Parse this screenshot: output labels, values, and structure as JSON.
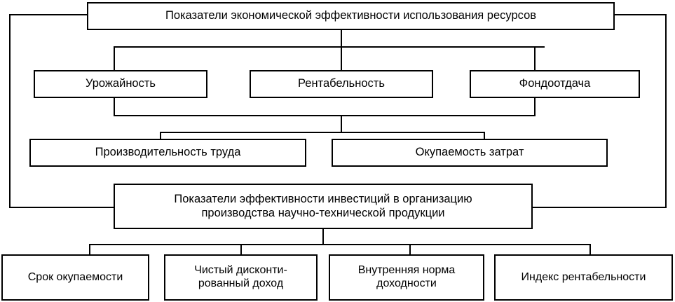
{
  "diagram": {
    "title_node": {
      "label": "Показатели экономической эффективности использования ресурсов"
    },
    "level2": [
      {
        "label": "Урожайность"
      },
      {
        "label": "Рентабельность"
      },
      {
        "label": "Фондоотдача"
      }
    ],
    "level3": [
      {
        "label": "Производительность труда"
      },
      {
        "label": "Окупаемость затрат"
      }
    ],
    "investments_node": {
      "label": "Показатели эффективности инвестиций в организацию\nпроизводства научно-технической продукции"
    },
    "level5": [
      {
        "label": "Срок окупаемости"
      },
      {
        "label": "Чистый дисконти-\nрованный доход"
      },
      {
        "label": "Внутренняя норма\nдоходности"
      },
      {
        "label": "Индекс рентабельности"
      }
    ],
    "colors": {
      "line": "#000000",
      "box_fill": "#ffffff",
      "text": "#000000"
    }
  }
}
